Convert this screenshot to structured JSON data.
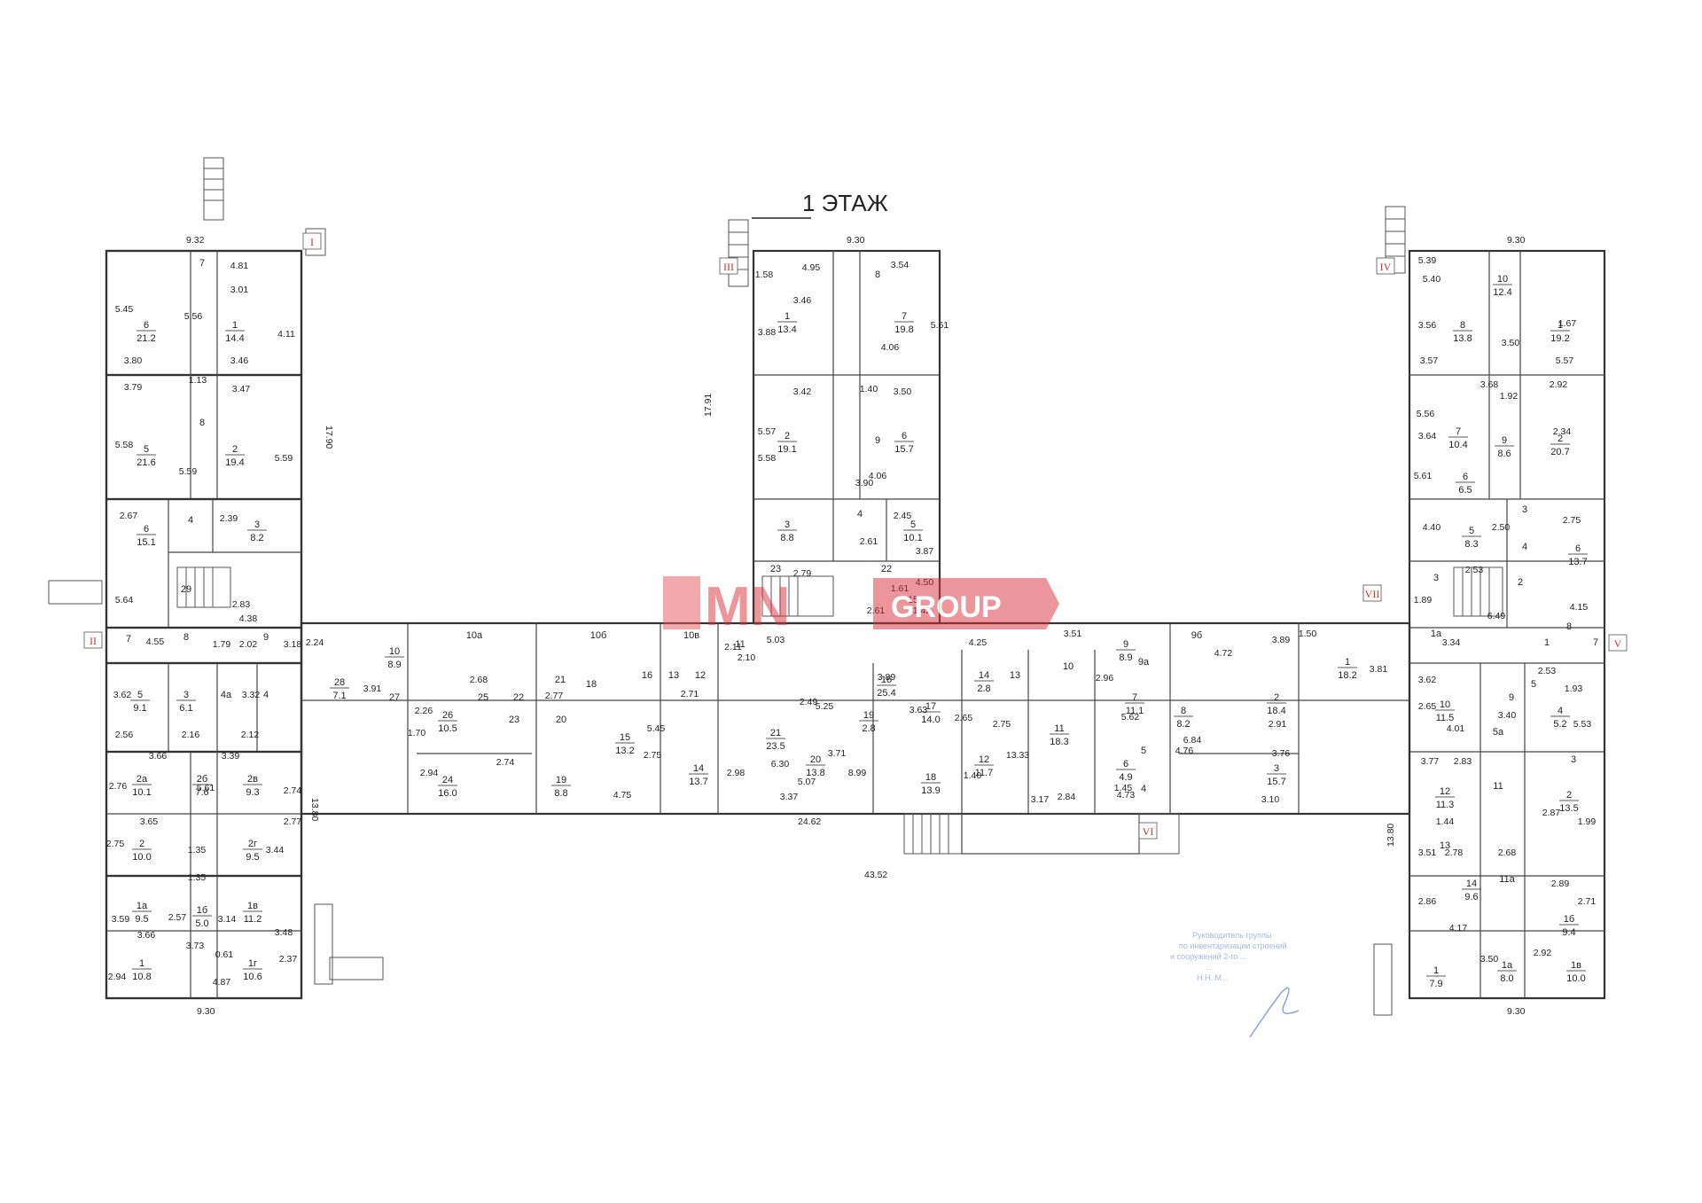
{
  "title": "1 ЭТАЖ",
  "watermark": {
    "text_left": "MN",
    "text_right": "GROUP",
    "color": "#d9303a"
  },
  "stamp": {
    "line1": "Руководитель группы",
    "line2": "по инвентаризации строений",
    "line3": "и сооружений 2-го ...",
    "line4": "...",
    "line5": "Н.Н. М..."
  },
  "roman_labels": [
    "I",
    "II",
    "III",
    "IV",
    "V",
    "VI",
    "VII"
  ],
  "overall_dims": {
    "total_length": "43.52",
    "center_length": "24.62",
    "left_width_top": "9.32",
    "left_width_bottom": "9.30",
    "center_width": "9.30",
    "right_width_top": "9.30",
    "right_width_bottom": "9.30",
    "left_depth": "17.90",
    "center_depth": "17.91",
    "left_wing": "13.80",
    "right_wing": "13.80"
  },
  "rooms": {
    "L": [
      {
        "n": "6",
        "a": "21.2"
      },
      {
        "n": "7",
        "a": ""
      },
      {
        "n": "1",
        "a": "14.4"
      },
      {
        "n": "5",
        "a": "21.6"
      },
      {
        "n": "8",
        "a": ""
      },
      {
        "n": "2",
        "a": "19.4"
      },
      {
        "n": "6",
        "a": "15.1"
      },
      {
        "n": "4",
        "a": ""
      },
      {
        "n": "3",
        "a": "8.2"
      },
      {
        "n": "29",
        "a": ""
      },
      {
        "n": "7",
        "a": ""
      },
      {
        "n": "8",
        "a": ""
      },
      {
        "n": "9",
        "a": ""
      },
      {
        "n": "5",
        "a": "9.1"
      },
      {
        "n": "3",
        "a": "6.1"
      },
      {
        "n": "4а",
        "a": ""
      },
      {
        "n": "4",
        "a": ""
      },
      {
        "n": "2а",
        "a": "10.1"
      },
      {
        "n": "2б",
        "a": "7.6"
      },
      {
        "n": "2в",
        "a": "9.3"
      },
      {
        "n": "2",
        "a": "10.0"
      },
      {
        "n": "2г",
        "a": "9.5"
      },
      {
        "n": "1а",
        "a": "9.5"
      },
      {
        "n": "1б",
        "a": "5.0"
      },
      {
        "n": "1в",
        "a": "11.2"
      },
      {
        "n": "1",
        "a": "10.8"
      },
      {
        "n": "1г",
        "a": "10.6"
      }
    ],
    "C": [
      {
        "n": "1",
        "a": "13.4"
      },
      {
        "n": "8",
        "a": ""
      },
      {
        "n": "7",
        "a": "19.8"
      },
      {
        "n": "2",
        "a": "19.1"
      },
      {
        "n": "9",
        "a": ""
      },
      {
        "n": "6",
        "a": "15.7"
      },
      {
        "n": "3",
        "a": "8.8"
      },
      {
        "n": "4",
        "a": ""
      },
      {
        "n": "5",
        "a": "10.1"
      },
      {
        "n": "23",
        "a": ""
      },
      {
        "n": "22",
        "a": ""
      },
      {
        "n": "15",
        "a": ""
      }
    ],
    "M": [
      {
        "n": "28",
        "a": "7.1"
      },
      {
        "n": "10",
        "a": "8.9"
      },
      {
        "n": "27",
        "a": ""
      },
      {
        "n": "10а",
        "a": ""
      },
      {
        "n": "26",
        "a": "10.5"
      },
      {
        "n": "25",
        "a": ""
      },
      {
        "n": "22",
        "a": ""
      },
      {
        "n": "23",
        "a": ""
      },
      {
        "n": "24",
        "a": "16.0"
      },
      {
        "n": "10б",
        "a": ""
      },
      {
        "n": "21",
        "a": ""
      },
      {
        "n": "18",
        "a": ""
      },
      {
        "n": "16",
        "a": ""
      },
      {
        "n": "20",
        "a": ""
      },
      {
        "n": "19",
        "a": "8.8"
      },
      {
        "n": "15",
        "a": "13.2"
      },
      {
        "n": "10в",
        "a": ""
      },
      {
        "n": "13",
        "a": ""
      },
      {
        "n": "12",
        "a": ""
      },
      {
        "n": "14",
        "a": "13.7"
      },
      {
        "n": "11",
        "a": ""
      },
      {
        "n": "21",
        "a": "23.5"
      },
      {
        "n": "16",
        "a": "25.4"
      },
      {
        "n": "20",
        "a": "13.8"
      },
      {
        "n": "19",
        "a": "2.8"
      },
      {
        "n": "17",
        "a": "14.0"
      },
      {
        "n": "18",
        "a": "13.9"
      },
      {
        "n": "14",
        "a": "2.8"
      },
      {
        "n": "13",
        "a": ""
      },
      {
        "n": "12",
        "a": "11.7"
      },
      {
        "n": "9",
        "a": "8.9"
      },
      {
        "n": "9а",
        "a": ""
      },
      {
        "n": "10",
        "a": ""
      },
      {
        "n": "11",
        "a": "18.3"
      },
      {
        "n": "7",
        "a": "11.1"
      },
      {
        "n": "6",
        "a": "4.9"
      },
      {
        "n": "5",
        "a": ""
      },
      {
        "n": "4",
        "a": ""
      },
      {
        "n": "9б",
        "a": ""
      },
      {
        "n": "8",
        "a": "8.2"
      },
      {
        "n": "2",
        "a": "18.4"
      },
      {
        "n": "3",
        "a": "15.7"
      },
      {
        "n": "1",
        "a": "18.2"
      }
    ],
    "R": [
      {
        "n": "10",
        "a": "12.4"
      },
      {
        "n": "8",
        "a": "13.8"
      },
      {
        "n": "1",
        "a": "19.2"
      },
      {
        "n": "7",
        "a": "10.4"
      },
      {
        "n": "9",
        "a": "8.6"
      },
      {
        "n": "2",
        "a": "20.7"
      },
      {
        "n": "6",
        "a": "6.5"
      },
      {
        "n": "5",
        "a": "8.3"
      },
      {
        "n": "3",
        "a": ""
      },
      {
        "n": "4",
        "a": ""
      },
      {
        "n": "6",
        "a": "13.7"
      },
      {
        "n": "3",
        "a": ""
      },
      {
        "n": "2",
        "a": ""
      },
      {
        "n": "1",
        "a": ""
      },
      {
        "n": "7",
        "a": ""
      },
      {
        "n": "8",
        "a": ""
      },
      {
        "n": "1а",
        "a": ""
      },
      {
        "n": "10",
        "a": "11.5"
      },
      {
        "n": "9",
        "a": ""
      },
      {
        "n": "5",
        "a": ""
      },
      {
        "n": "5а",
        "a": ""
      },
      {
        "n": "4",
        "a": "5.2"
      },
      {
        "n": "12",
        "a": "11.3"
      },
      {
        "n": "11",
        "a": ""
      },
      {
        "n": "3",
        "a": ""
      },
      {
        "n": "2",
        "a": "13.5"
      },
      {
        "n": "13",
        "a": ""
      },
      {
        "n": "14",
        "a": "9.6"
      },
      {
        "n": "11а",
        "a": ""
      },
      {
        "n": "1б",
        "a": "9.4"
      },
      {
        "n": "1",
        "a": "7.9"
      },
      {
        "n": "1а",
        "a": "8.0"
      },
      {
        "n": "1в",
        "a": "10.0"
      }
    ]
  },
  "dims": [
    "4.81",
    "3.01",
    "5.45",
    "5.56",
    "4.11",
    "3.80",
    "3.46",
    "3.79",
    "1.13",
    "3.47",
    "5.58",
    "5.59",
    "5.59",
    "2.67",
    "2.39",
    "5.64",
    "2.83",
    "4.38",
    "4.55",
    "1.79",
    "2.02",
    "3.18",
    "3.62",
    "3.32",
    "2.56",
    "2.16",
    "2.12",
    "3.66",
    "3.39",
    "2.76",
    "5.61",
    "2.74",
    "3.65",
    "2.77",
    "2.75",
    "1.35",
    "3.44",
    "1.35",
    "3.59",
    "2.57",
    "3.14",
    "3.48",
    "3.66",
    "3.73",
    "0.61",
    "2.37",
    "2.94",
    "4.87",
    "4.95",
    "3.54",
    "1.58",
    "3.46",
    "3.88",
    "4.06",
    "5.61",
    "3.42",
    "1.40",
    "3.50",
    "5.57",
    "4.06",
    "5.58",
    "3.90",
    "2.45",
    "2.61",
    "3.87",
    "4.50",
    "2.79",
    "2.61",
    "1.61",
    "1.42",
    "2.24",
    "3.91",
    "2.26",
    "2.68",
    "1.70",
    "2.77",
    "5.45",
    "2.94",
    "2.74",
    "4.75",
    "2.75",
    "2.71",
    "2.11",
    "2.10",
    "5.03",
    "2.49",
    "6.30",
    "2.98",
    "5.25",
    "3.71",
    "3.37",
    "5.07",
    "8.99",
    "3.89",
    "3.63",
    "2.65",
    "1.40",
    "4.25",
    "2.75",
    "13.33",
    "3.17",
    "3.51",
    "2.96",
    "5.62",
    "2.84",
    "1.45",
    "4.73",
    "3.89",
    "6.84",
    "4.72",
    "2.91",
    "4.76",
    "3.76",
    "3.10",
    "1.50",
    "3.81",
    "5.40",
    "5.39",
    "3.56",
    "3.50",
    "1.67",
    "3.57",
    "5.57",
    "3.68",
    "2.92",
    "5.56",
    "1.92",
    "2.34",
    "3.64",
    "5.61",
    "4.40",
    "2.50",
    "2.75",
    "2.53",
    "1.89",
    "6.49",
    "4.15",
    "3.34",
    "2.53",
    "3.62",
    "1.93",
    "2.65",
    "4.01",
    "5.53",
    "3.77",
    "2.83",
    "3.40",
    "2.87",
    "1.44",
    "1.99",
    "3.51",
    "2.78",
    "2.68",
    "2.89",
    "2.86",
    "2.71",
    "4.17",
    "2.92",
    "3.50"
  ]
}
